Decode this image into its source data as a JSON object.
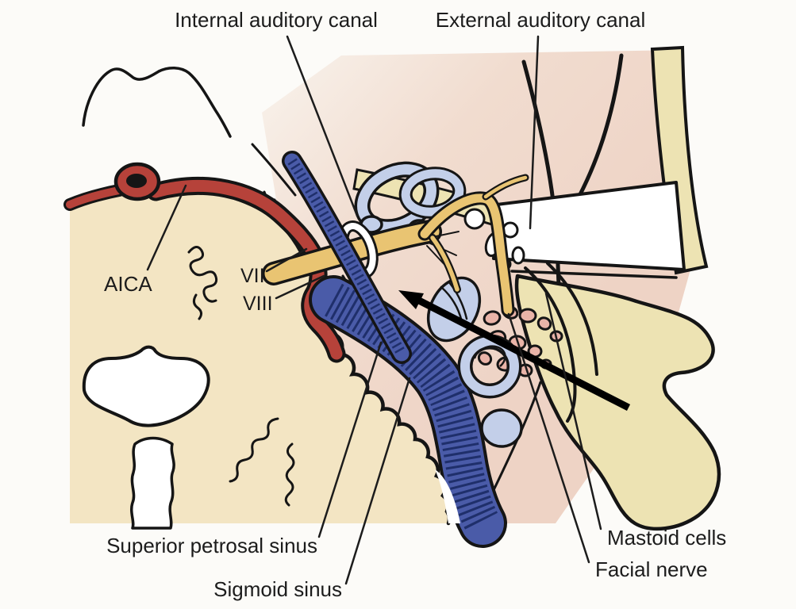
{
  "figure": {
    "type": "labeled anatomical line illustration",
    "region": "temporal bone / cerebellopontine angle, lateral view"
  },
  "labels": {
    "internal_auditory_canal": "Internal auditory canal",
    "external_auditory_canal": "External auditory canal",
    "aica": "AICA",
    "cn_vii": "VII",
    "cn_viii": "VIII",
    "superior_petrosal_sinus": "Superior petrosal sinus",
    "sigmoid_sinus": "Sigmoid sinus",
    "mastoid_cells": "Mastoid cells",
    "facial_nerve": "Facial nerve"
  },
  "colors": {
    "background": "#fcfbf8",
    "temporal_bone_pink": "#eed5c8",
    "cerebellum_cream": "#f3e5c3",
    "outer_bone_cream": "#ede3b3",
    "venous_sinus_blue": "#4a5ba8",
    "sinus_rib_blue": "#1f2f6b",
    "labyrinth_light_blue": "#c3cfe9",
    "nerve_yellow": "#e9c472",
    "artery_red": "#b6423a",
    "mastoid_cell_pink": "#e9b4a8",
    "outline_black": "#151515",
    "arrow_black": "#000000"
  }
}
